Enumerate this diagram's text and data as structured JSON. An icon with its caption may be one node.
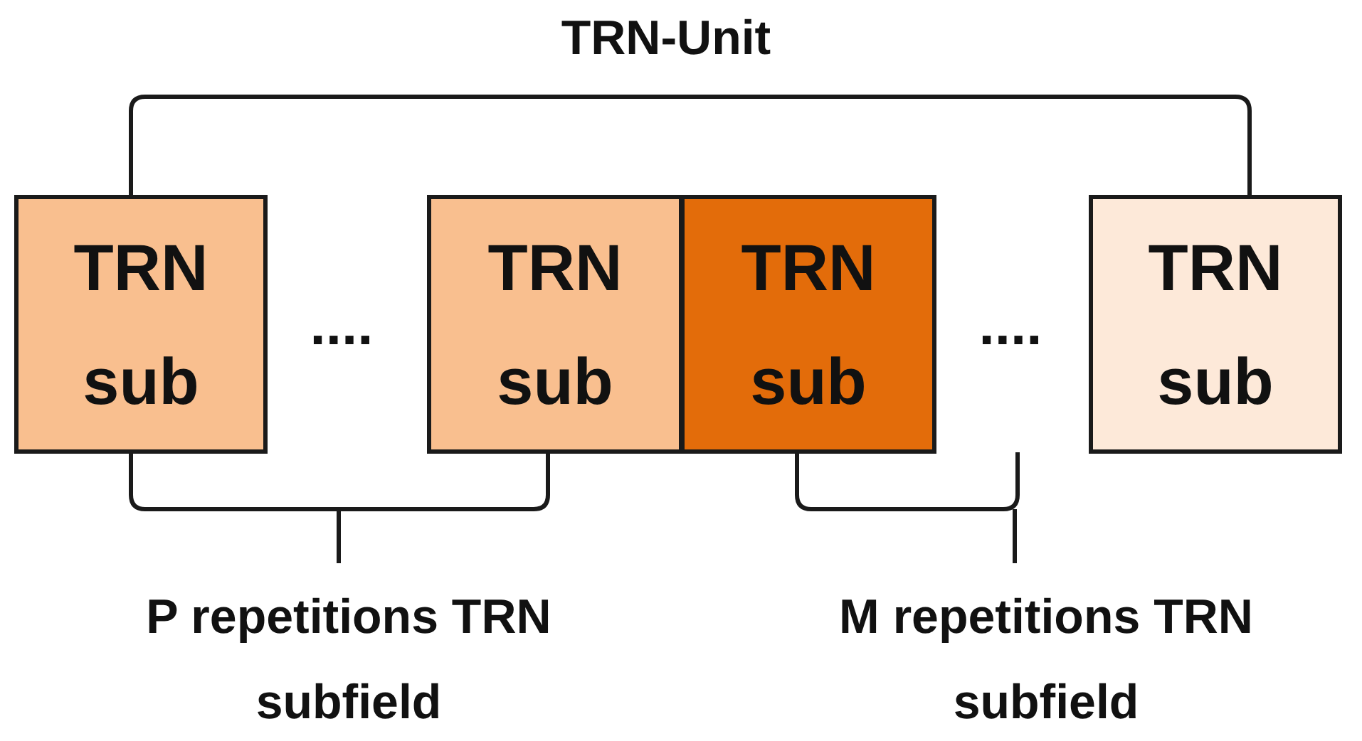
{
  "diagram": {
    "title": "TRN-Unit",
    "nodes": [
      {
        "text": [
          "TRN sub"
        ]
      },
      {
        "text": [
          "TRN sub"
        ]
      },
      {
        "text": [
          "TRN sub"
        ]
      },
      {
        "text": [
          "TRN sub"
        ]
      }
    ],
    "labels": [
      "....",
      "....",
      "P repetitions TRN subfield",
      "M repetitions TRN subfield"
    ]
  }
}
